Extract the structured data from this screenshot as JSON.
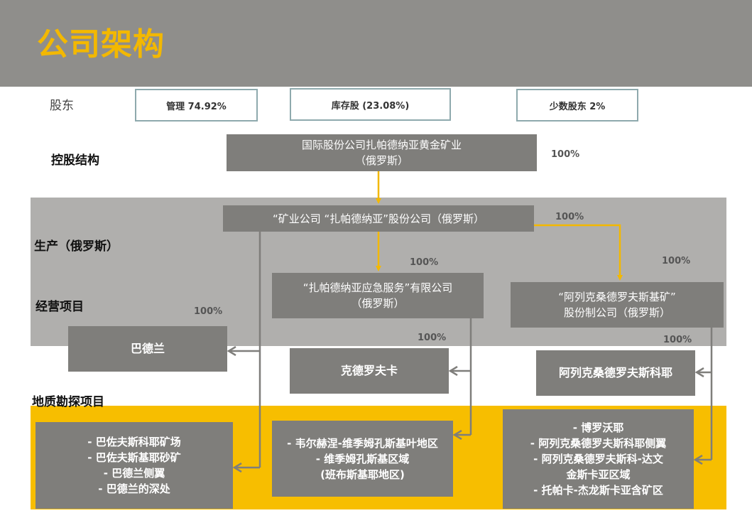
{
  "header": {
    "title": "公司架构"
  },
  "labels": {
    "shareholders": "股东",
    "holding": "控股结构",
    "production": "生产（俄罗斯）",
    "operations": "经营项目",
    "exploration": "地质勘探项目"
  },
  "shareholders": {
    "management": "管理 74.92%",
    "treasury": "库存股 (23.08%)",
    "minority": "少数股东 2%"
  },
  "entities": {
    "holding_line1": "国际股份公司扎帕德纳亚黄金矿业",
    "holding_line2": "（俄罗斯）",
    "mining_co": "“矿业公司 “扎帕德纳亚”股份公司（俄罗斯）",
    "emergency_line1": "“扎帕德纳亚应急服务”有限公司",
    "emergency_line2": "（俄罗斯）",
    "alex_line1": "“阿列克桑德罗夫斯基矿”",
    "alex_line2": "股份制公司（俄罗斯）"
  },
  "operations": {
    "badelan": "巴德兰",
    "kedeluofuka": "克德罗夫卡",
    "alexandrovsky": "阿列克桑德罗夫斯科耶"
  },
  "exploration": {
    "left": [
      "-  巴佐夫斯科耶矿场",
      "-  巴佐夫斯基耶砂矿",
      "-  巴德兰侧翼",
      "-  巴德兰的深处"
    ],
    "middle": [
      "- 韦尔赫涅-维季姆孔斯基叶地区",
      "-  维季姆孔斯基区域",
      "(班布斯基耶地区)"
    ],
    "right": [
      "-  博罗沃耶",
      "-  阿列克桑德罗夫斯科耶侧翼",
      "- 阿列克桑德罗夫斯科-达文",
      "金斯卡亚区域",
      "- 托帕卡-杰龙斯卡亚含矿区"
    ]
  },
  "percentages": {
    "holding": "100%",
    "alex_link": "100%",
    "emergency": "100%",
    "alex": "100%",
    "badelan": "100%",
    "kedeluofuka": "100%",
    "alexandrovsky": "100%"
  },
  "colors": {
    "header_bg": "#8f8e8b",
    "title": "#f3b800",
    "gray_band": "#b0afad",
    "yellow_band": "#f7be00",
    "box": "#7f7e7b",
    "share_border": "#8ea9ad",
    "arrow_yellow": "#f3b800",
    "arrow_gray": "#7f7e7b"
  }
}
